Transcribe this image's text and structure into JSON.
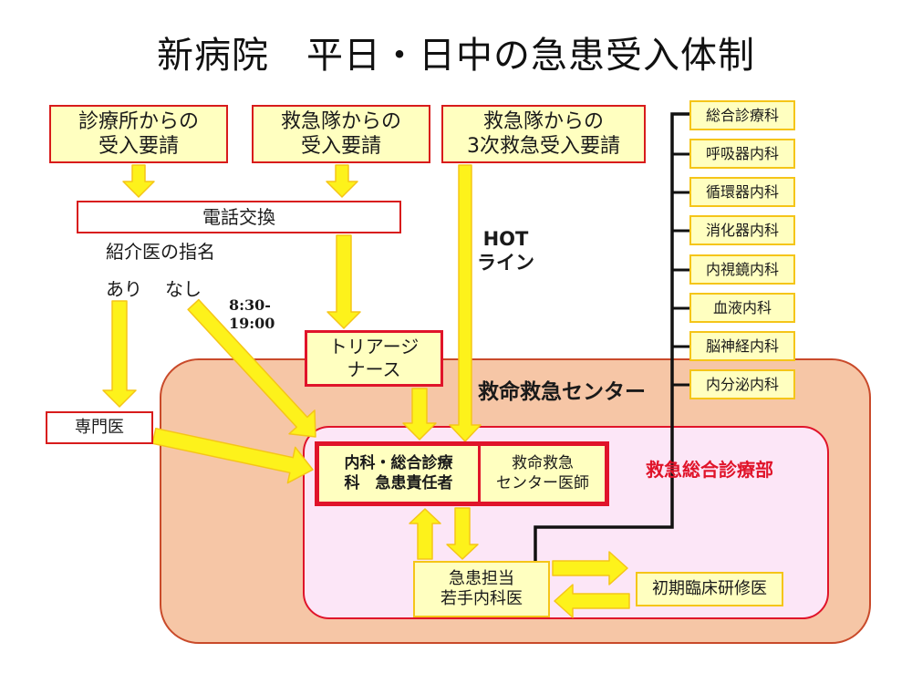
{
  "title": "新病院　平日・日中の急患受入体制",
  "requests": {
    "clinic": "診療所からの\n受入要請",
    "ambulance": "救急隊からの\n受入要請",
    "tertiary": "救急隊からの\n3次救急受入要請"
  },
  "phone_exchange": "電話交換",
  "referral": {
    "heading": "紹介医の指名",
    "yes": "あり",
    "no": "なし",
    "hours": "8:30-\n19:00"
  },
  "hotline": "HOT\nライン",
  "triage_nurse": "トリアージ\nナース",
  "specialist": "専門医",
  "emergency_center": "救命救急センター",
  "general_dept": "救急総合診療部",
  "chief": "内科・総合診療\n科　急患責任者",
  "center_doctor": "救命救急\nセンター医師",
  "young_internist": "急患担当\n若手内科医",
  "residents": "初期臨床研修医",
  "departments": [
    "総合診療科",
    "呼吸器内科",
    "循環器内科",
    "消化器内科",
    "内視鏡内科",
    "血液内科",
    "脳神経内科",
    "内分泌内科"
  ],
  "colors": {
    "center_fill": "#f6c6a6",
    "center_border": "#c94a2a",
    "dept_fill": "#fce6f7",
    "dept_border": "#e0142a",
    "box_fill": "#ffffc0",
    "arrow_fill": "#fdf21b",
    "arrow_stroke": "#f5c518",
    "red_label": "#e0142a"
  }
}
